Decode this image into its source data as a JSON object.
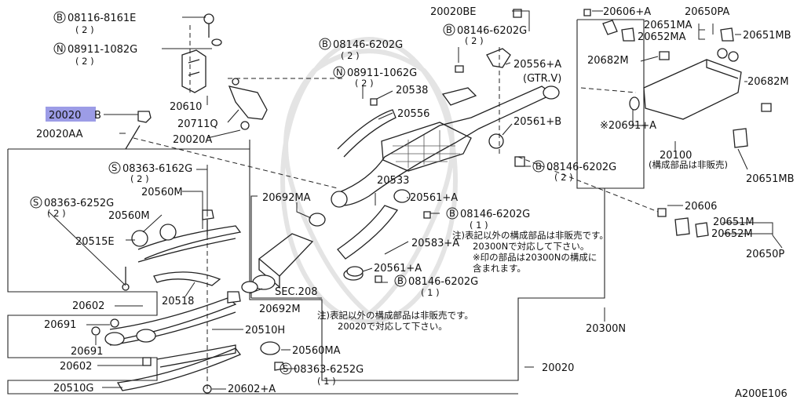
{
  "figure_code": "A200E106",
  "labels": {
    "l_08116": "08116-8161E",
    "l_08116_q": "( 2 )",
    "l_08911a": "08911-1082G",
    "l_08911a_q": "( 2 )",
    "l_20610": "20610",
    "l_20711q": "20711Q",
    "l_20020a": "20020A",
    "l_20020b_hl": "20020",
    "l_20020b_suffix": "B",
    "l_20020aa": "20020AA",
    "l_08363a": "08363-6162G",
    "l_08363a_q": "( 2 )",
    "l_08363b": "08363-6252G",
    "l_08363b_q": "( 2 )",
    "l_20560m_a": "20560M",
    "l_20560m_b": "20560M",
    "l_20515e": "20515E",
    "l_20518": "20518",
    "l_20602_a": "20602",
    "l_20691_a": "20691",
    "l_20691_b": "20691",
    "l_20602_b": "20602",
    "l_20510g": "20510G",
    "l_20602a": "20602+A",
    "l_20510h": "20510H",
    "l_20560ma": "20560MA",
    "l_08363c": "08363-6252G",
    "l_08363c_q": "( 1 )",
    "l_20020": "20020",
    "l_20692m": "20692M",
    "l_sec208": "SEC.208",
    "l_20692ma": "20692MA",
    "l_20533": "20533",
    "l_20561a_1": "20561+A",
    "l_08146_d": "08146-6202G",
    "l_08146_d_q": "( 1 )",
    "l_20583a": "20583+A",
    "l_20561a_2": "20561+A",
    "l_08146_e": "08146-6202G",
    "l_08146_e_q": "( 1 )",
    "l_08146_a": "08146-6202G",
    "l_08146_a_q": "( 2 )",
    "l_08911b": "08911-1062G",
    "l_08911b_q": "( 2 )",
    "l_20538": "20538",
    "l_20556": "20556",
    "l_20020be": "20020BE",
    "l_08146_b": "08146-6202G",
    "l_08146_b_q": "( 2 )",
    "l_20556a": "20556+A",
    "l_gtrv": "(GTR.V)",
    "l_20561b": "20561+B",
    "l_08146_c": "08146-6202G",
    "l_08146_c_q": "( 2 )",
    "l_20300n": "20300N",
    "l_20606a": "20606+A",
    "l_20650pa": "20650PA",
    "l_20651ma_top": "20651MA",
    "l_20652ma": "20652MA",
    "l_20651mb_top": "20651MB",
    "l_20682m_a": "20682M",
    "l_20682m_b": "20682M",
    "l_20691a": "※20691+A",
    "l_20100": "20100",
    "l_20100_note": "(構成部品は非販売)",
    "l_20651mb_bot": "20651MB",
    "l_20606": "20606",
    "l_20651m": "20651M",
    "l_20652m": "20652M",
    "l_20650p": "20650P"
  },
  "notes": {
    "note1_l1": "注)表記以外の構成部品は非販売です。",
    "note1_l2": "20300Nで対応して下さい。",
    "note1_l3": "※印の部品は20300Nの構成に",
    "note1_l4": "含まれます。",
    "note2_l1": "注)表記以外の構成部品は非販売です。",
    "note2_l2": "20020で対応して下さい。"
  },
  "markers": {
    "b": "B",
    "n": "N",
    "s": "S"
  },
  "colors": {
    "highlight": "#9c9ce6",
    "line": "#222222"
  }
}
